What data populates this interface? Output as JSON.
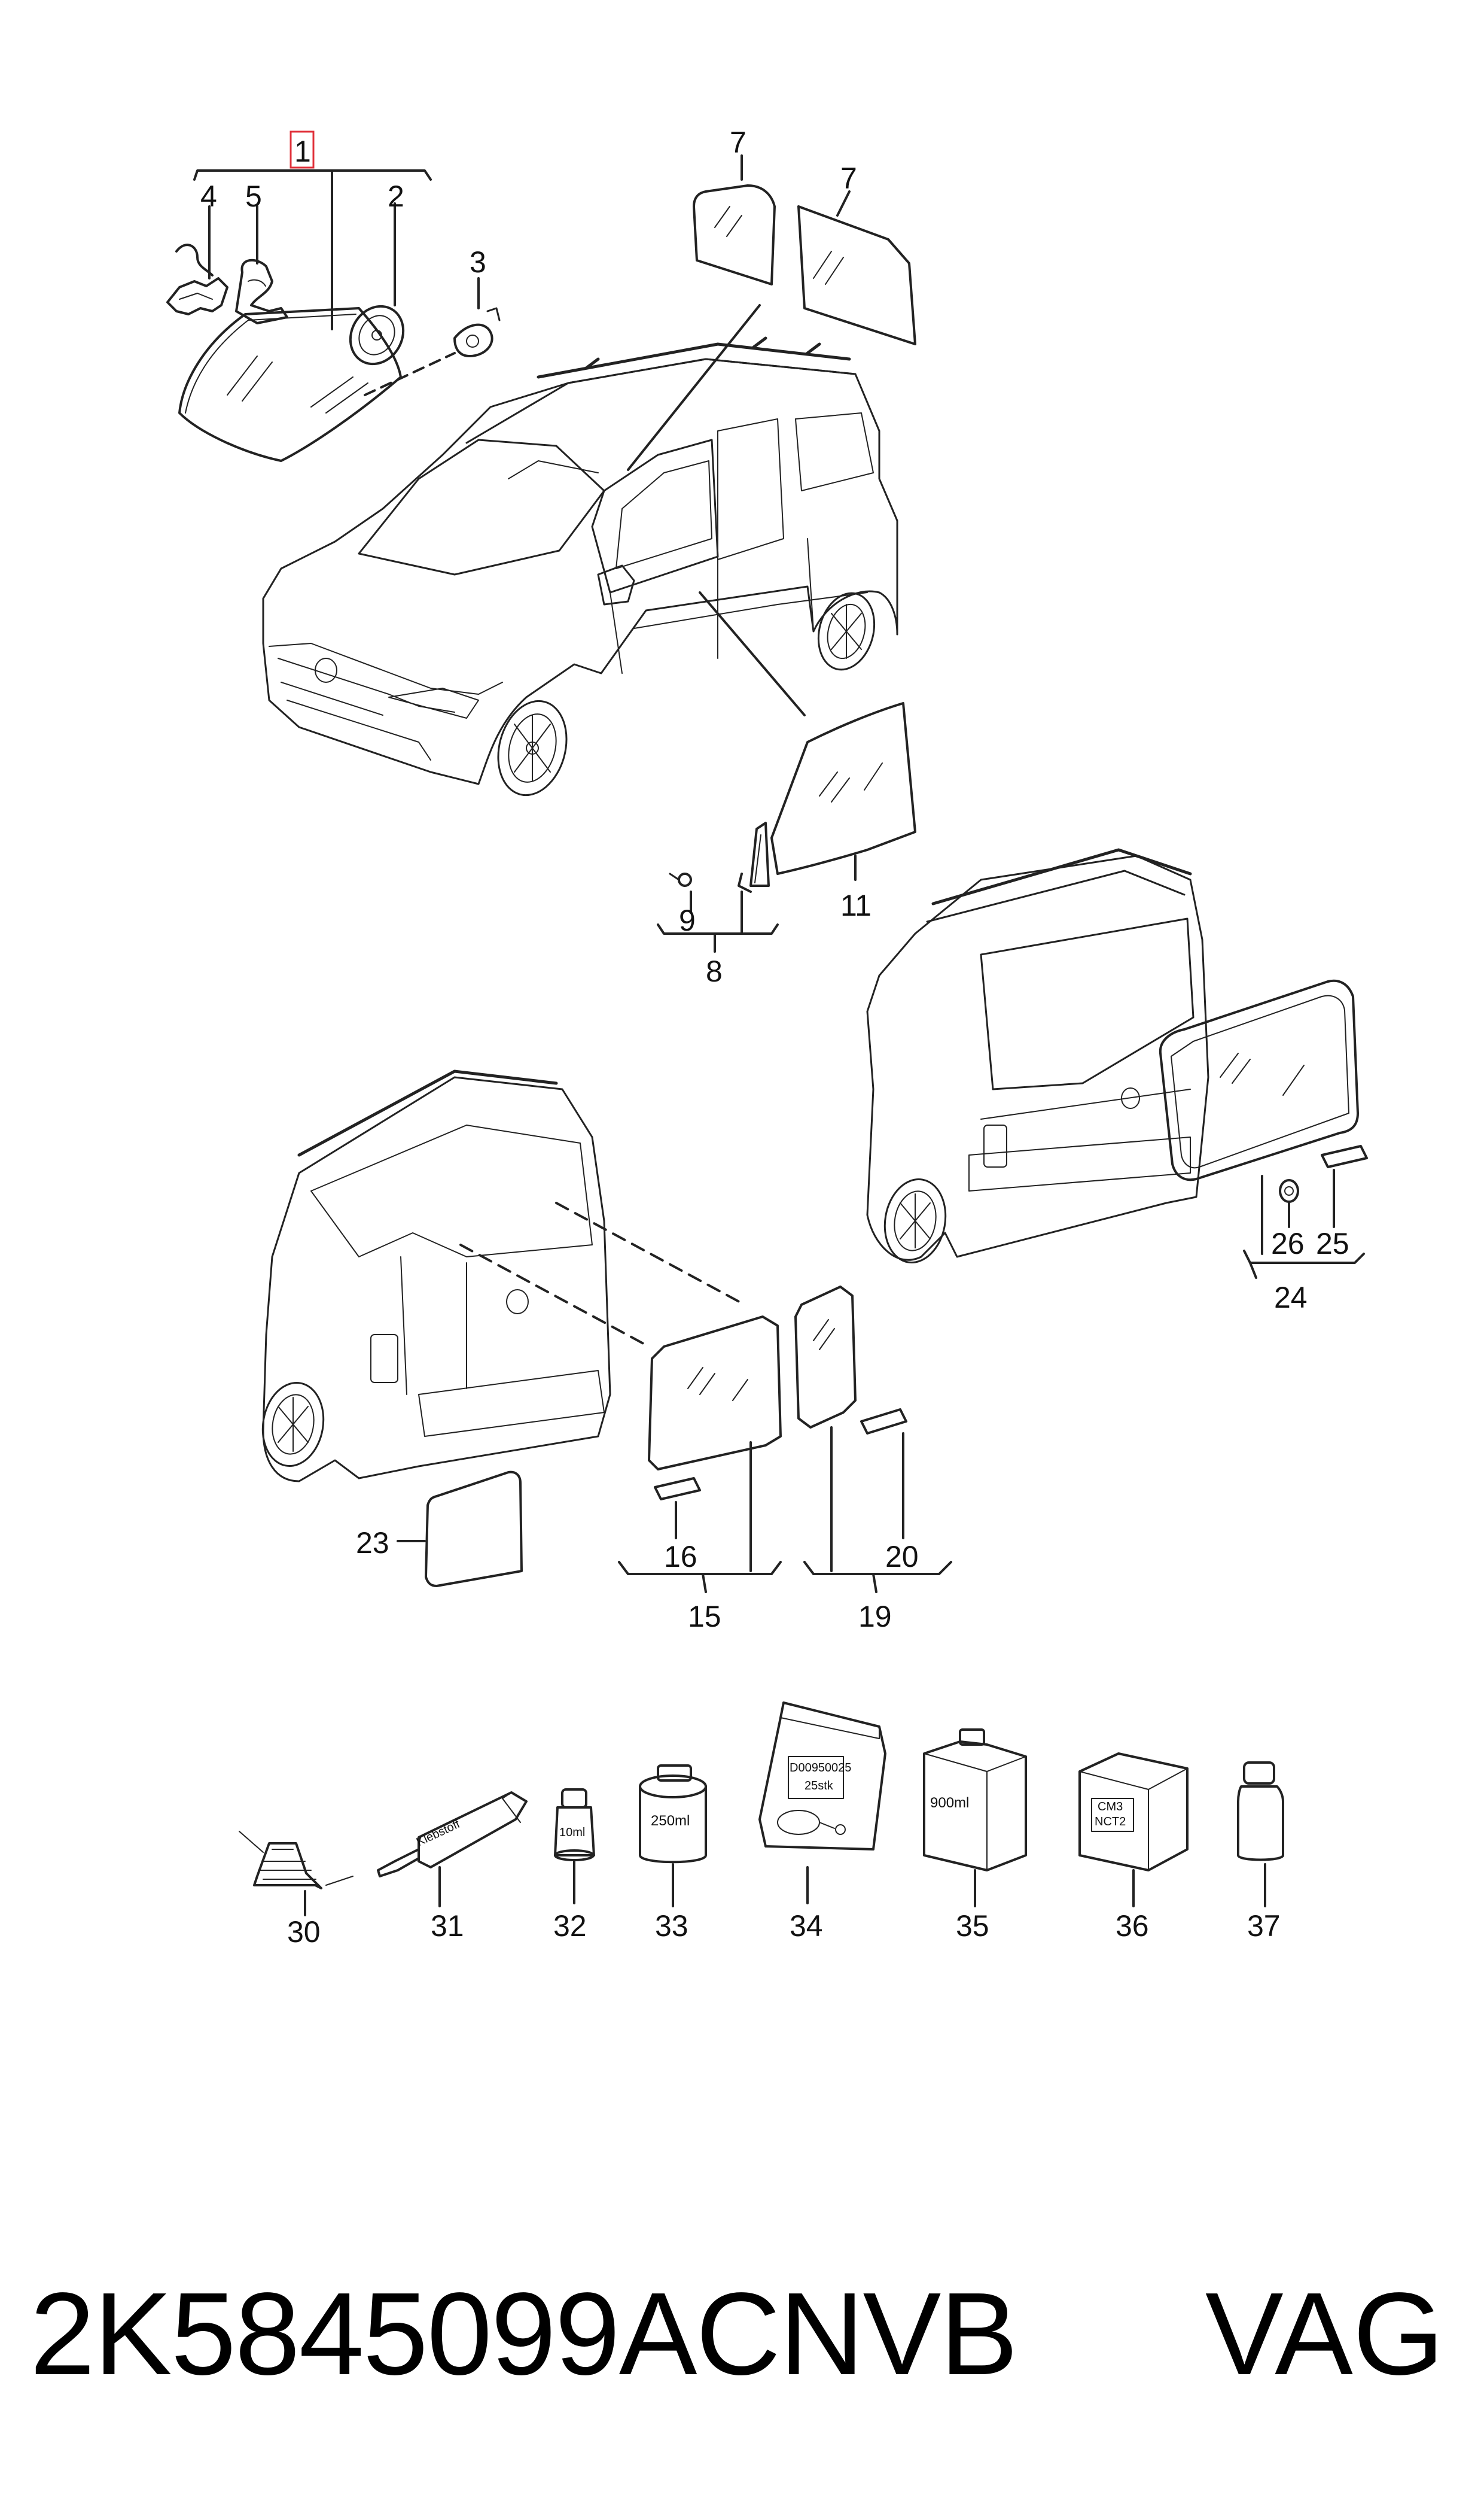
{
  "diagram": {
    "callouts": [
      "1",
      "2",
      "3",
      "4",
      "5",
      "7",
      "7",
      "8",
      "9",
      "11",
      "15",
      "16",
      "19",
      "20",
      "23",
      "24",
      "25",
      "26",
      "30",
      "31",
      "32",
      "33",
      "34",
      "35",
      "36",
      "37"
    ],
    "product_labels": {
      "tube": "Klebstoff",
      "small_bottle": "10ml",
      "can": "250ml",
      "bag_line1": "D00950025",
      "bag_line2": "25stk",
      "canister": "900ml",
      "box_line1": "CM3",
      "box_line2": "NCT2"
    },
    "highlight_color": "#e0303a"
  },
  "footer": {
    "part_number": "2K5845099ACNVB",
    "brand": "VAG"
  }
}
